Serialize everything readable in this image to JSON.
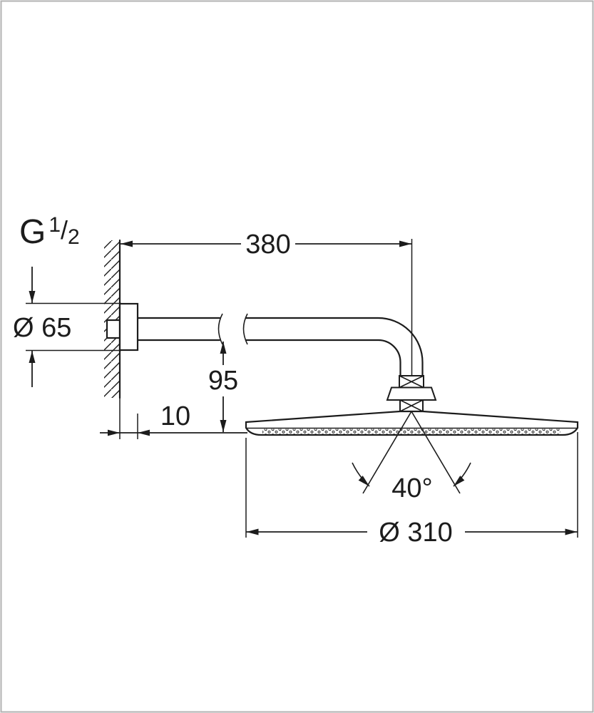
{
  "drawing": {
    "type": "technical-dimension-drawing",
    "subject": "wall-mounted head shower with shower arm, side view",
    "colors": {
      "line": "#1c1c1c",
      "border": "#b2b2b2",
      "background": "#ffffff"
    },
    "labels": {
      "thread_size": {
        "prefix": "G",
        "numerator": "1",
        "slash": "/",
        "denominator": "2"
      },
      "arm_length": "380",
      "escutcheon_diameter": "Ø 65",
      "head_drop_height": "95",
      "escutcheon_depth": "10",
      "spray_angle": "40°",
      "head_diameter": "Ø 310"
    }
  }
}
